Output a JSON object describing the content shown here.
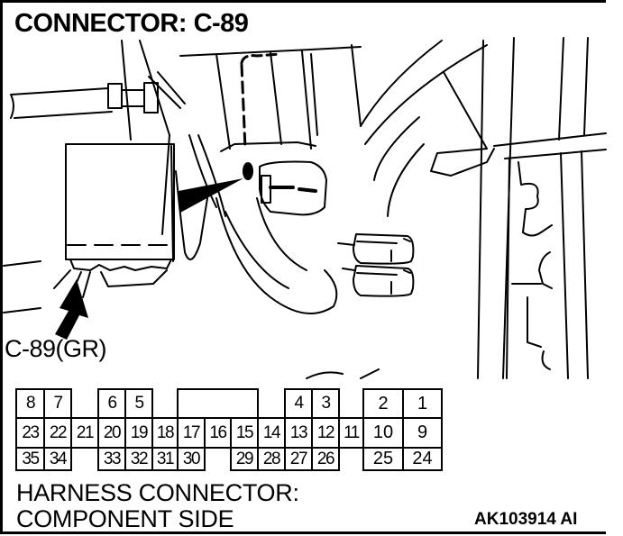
{
  "title": "CONNECTOR: C-89",
  "callout_label": "C-89(GR)",
  "caption": {
    "line1": "HARNESS CONNECTOR:",
    "line2": "COMPONENT SIDE"
  },
  "document_id": "AK103914 AI",
  "connector": {
    "name": "C-89",
    "color_code": "GR",
    "row_top": [
      "8",
      "7",
      "",
      "6",
      "5",
      "",
      "",
      "4",
      "3",
      "2",
      "1"
    ],
    "row_middle": [
      "23",
      "22",
      "21",
      "20",
      "19",
      "18",
      "17",
      "16",
      "15",
      "14",
      "13",
      "12",
      "11",
      "10",
      "9"
    ],
    "row_bottom": [
      "35",
      "34",
      "33",
      "32",
      "31",
      "30",
      "29",
      "28",
      "27",
      "26",
      "25",
      "24"
    ]
  },
  "icons": {
    "pointer_arrow": "arrow-up-right-icon",
    "location_wedge": "pointer-wedge-icon"
  }
}
